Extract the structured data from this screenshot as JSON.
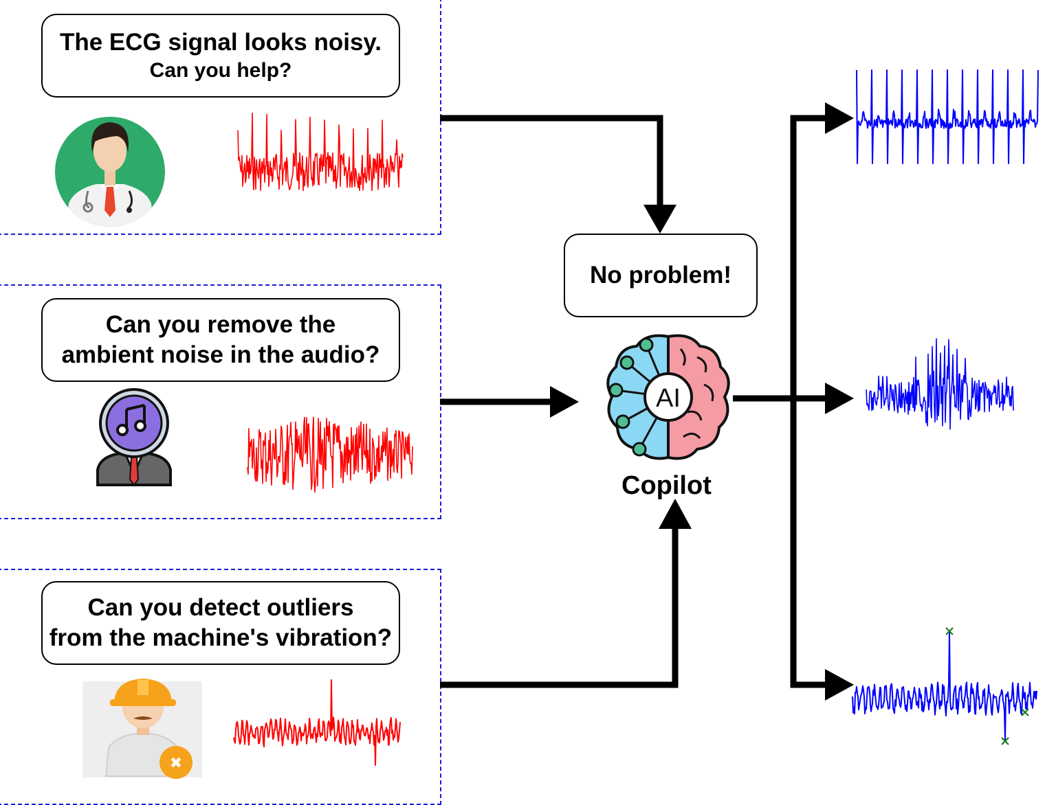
{
  "prompts": [
    {
      "line1": "The ECG signal looks noisy.",
      "line2": "Can you help?",
      "persona": "doctor-icon"
    },
    {
      "line1": "Can you remove the",
      "line2": "ambient noise in the audio?",
      "persona": "music-professional-icon"
    },
    {
      "line1": "Can you detect outliers",
      "line2": "from the machine's vibration?",
      "persona": "engineer-icon"
    }
  ],
  "response": "No problem!",
  "copilot": {
    "label": "Copilot",
    "badge": "AI"
  },
  "colors": {
    "noisy": "#ff0000",
    "clean": "#0000ff",
    "outlier_marker": "#1a7a1a",
    "panel_border": "#1a1adb"
  },
  "signals": {
    "inputs": [
      "noisy-ecg",
      "noisy-audio",
      "vibration-with-spike"
    ],
    "outputs": [
      "denoised-ecg",
      "denoised-audio",
      "vibration-with-outlier-markers"
    ]
  }
}
